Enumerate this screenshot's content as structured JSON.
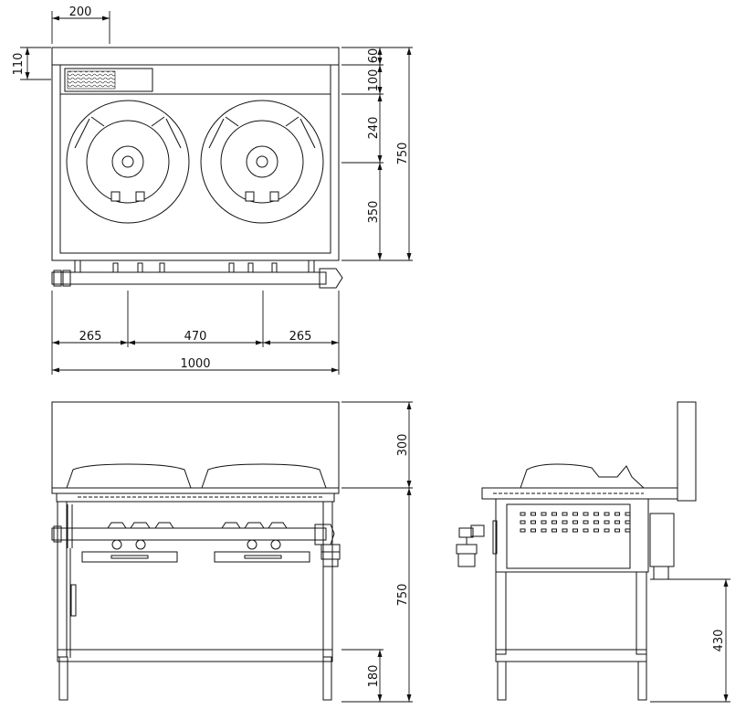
{
  "top_view": {
    "dims": {
      "width_offset": "200",
      "back_depth": "110",
      "top_strip": "60",
      "panel_strip": "100",
      "burner_upper": "240",
      "burner_lower": "350",
      "total_depth": "750",
      "left_margin": "265",
      "burner_spacing": "470",
      "right_margin": "265",
      "total_width": "1000"
    }
  },
  "front_view": {
    "dims": {
      "backsplash_height": "300",
      "body_height": "750",
      "shelf_height": "180"
    }
  },
  "side_view": {
    "dims": {
      "leg_height": "430"
    }
  }
}
